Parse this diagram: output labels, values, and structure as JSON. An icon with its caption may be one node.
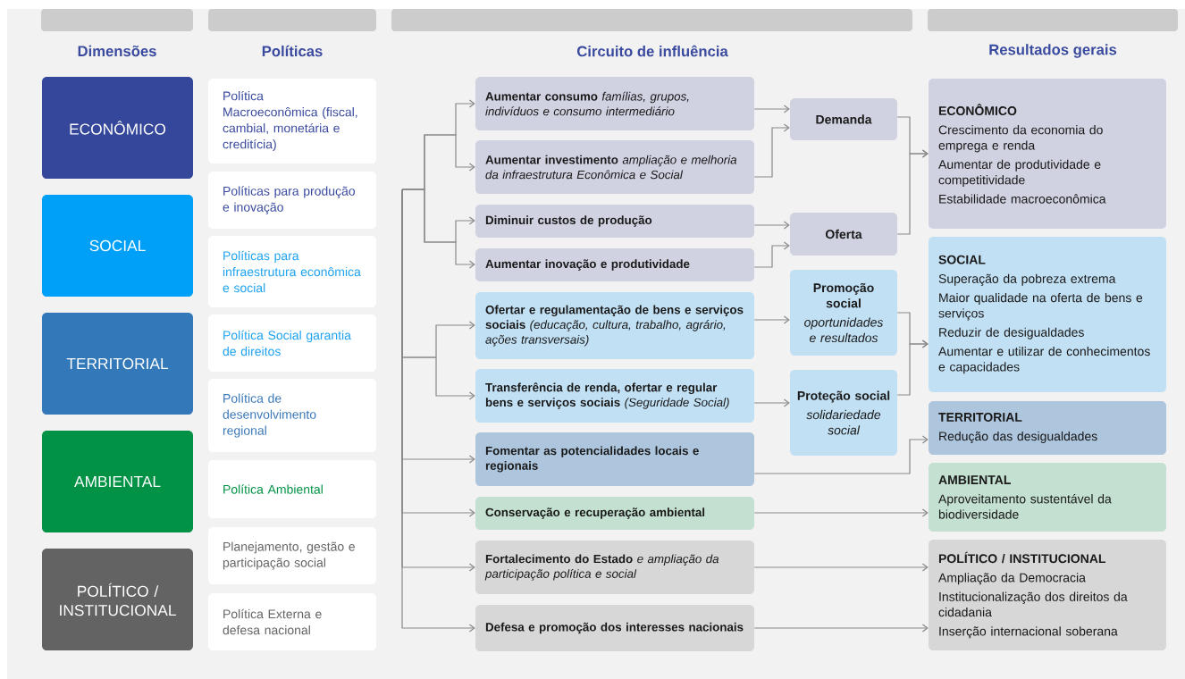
{
  "diagram": {
    "nodes": [
      {
        "text": [
          "ECONÔMICO"
        ]
      },
      {
        "text": [
          "SOCIAL"
        ]
      },
      {
        "text": [
          "TERRITORIAL"
        ]
      },
      {
        "text": [
          "AMBIENTAL"
        ]
      },
      {
        "text": [
          "POLÍTICO / INSTITUCIONAL"
        ]
      },
      {
        "text": [
          "Política Macroeconômica (fiscal, cambial, monetária e creditícia)"
        ]
      },
      {
        "text": [
          "Políticas para produção e inovação"
        ]
      },
      {
        "text": [
          "Políticas para infraestrutura econômica e social"
        ]
      },
      {
        "text": [
          "Política Social garantia de direitos"
        ]
      },
      {
        "text": [
          "Política de desenvolvimento regional"
        ]
      },
      {
        "text": [
          "Política Ambiental"
        ]
      },
      {
        "text": [
          "Planejamento, gestão e participação social"
        ]
      },
      {
        "text": [
          "Política Externa e defesa nacional"
        ]
      },
      {
        "text": [
          "**Aumentar consumo** *famílias, grupos, indivíduos e consumo intermediário*"
        ]
      },
      {
        "text": [
          "**Aumentar investimento** *ampliação e melhoria da infraestrutura Econômica e Social*"
        ]
      },
      {
        "text": [
          "Diminuir custos de produção"
        ]
      },
      {
        "text": [
          "Aumentar inovação e produtividade"
        ]
      },
      {
        "text": [
          "**Ofertar e regulamentação de bens e serviços sociais** *(educação, cultura, trabalho, agrário, ações transversais)*"
        ]
      },
      {
        "text": [
          "**Transferência de renda, ofertar e regular bens e serviços sociais** *(Seguridade Social)*"
        ]
      },
      {
        "text": [
          "Fomentar as potencialidades locais e regionais"
        ]
      },
      {
        "text": [
          "Conservação e recuperação ambiental"
        ]
      },
      {
        "text": [
          "**Fortalecimento do Estado** *e ampliação da participação política e social*"
        ]
      },
      {
        "text": [
          "Defesa e promoção dos interesses nacionais"
        ]
      },
      {
        "text": [
          "Demanda"
        ]
      },
      {
        "text": [
          "Oferta"
        ]
      },
      {
        "text": [
          "Promoção social",
          "oportunidades e resultados"
        ]
      },
      {
        "text": [
          "Proteção social",
          "solidariedade social"
        ]
      },
      {
        "text": [
          "ECONÔMICO",
          "Crescimento da economia do emprega e renda",
          "Aumentar de produtividade e competitividade",
          "Estabilidade macroeconômica"
        ]
      },
      {
        "text": [
          "SOCIAL",
          "Superação da pobreza extrema",
          "Maior qualidade na oferta de bens e serviços",
          "Reduzir de desigualdades",
          "Aumentar e utilizar de conhecimentos e capacidades"
        ]
      },
      {
        "text": [
          "TERRITORIAL",
          "Redução das desigualdades"
        ]
      },
      {
        "text": [
          "AMBIENTAL",
          "Aproveitamento sustentável da biodiversidade"
        ]
      },
      {
        "text": [
          "POLÍTICO / INSTITUCIONAL",
          "Ampliação da Democracia",
          "Institucionalização dos direitos da cidadania",
          "Inserção internacional soberana"
        ]
      }
    ],
    "edges": [
      {
        "from": null,
        "to": 13,
        "arrow": "to"
      },
      {
        "from": null,
        "to": 14,
        "arrow": "to"
      },
      {
        "from": null,
        "to": 15,
        "arrow": "to"
      },
      {
        "from": null,
        "to": 16,
        "arrow": "to"
      },
      {
        "from": null,
        "to": 17,
        "arrow": "to"
      },
      {
        "from": null,
        "to": 18,
        "arrow": "to"
      },
      {
        "from": null,
        "to": 19,
        "arrow": "to"
      },
      {
        "from": null,
        "to": 20,
        "arrow": "to"
      },
      {
        "from": null,
        "to": 21,
        "arrow": "to"
      },
      {
        "from": null,
        "to": 22,
        "arrow": "to"
      },
      {
        "from": 13,
        "to": 23,
        "arrow": "to"
      },
      {
        "from": 14,
        "to": 23,
        "arrow": "to"
      },
      {
        "from": 15,
        "to": 24,
        "arrow": "to"
      },
      {
        "from": 16,
        "to": 24,
        "arrow": "to"
      },
      {
        "from": 17,
        "to": 25,
        "arrow": "to"
      },
      {
        "from": 18,
        "to": 26,
        "arrow": "to"
      },
      {
        "from": 23,
        "to": 27,
        "arrow": "to"
      },
      {
        "from": 24,
        "to": 27,
        "arrow": "to"
      },
      {
        "from": 25,
        "to": 28,
        "arrow": "to"
      },
      {
        "from": 26,
        "to": 28,
        "arrow": "to"
      },
      {
        "from": 19,
        "to": 29,
        "arrow": "to"
      },
      {
        "from": 20,
        "to": 30,
        "arrow": "to"
      },
      {
        "from": 21,
        "to": 31,
        "arrow": "to"
      },
      {
        "from": 22,
        "to": 31,
        "arrow": "to"
      }
    ],
    "labels": [
      "Dimensões",
      "Políticas",
      "Circuito de influência",
      "Resultados gerais"
    ]
  }
}
